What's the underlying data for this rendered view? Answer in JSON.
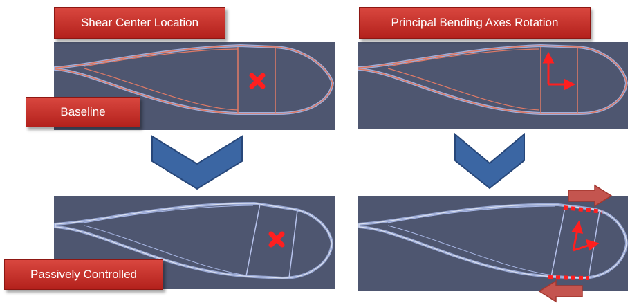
{
  "labels": {
    "shear_center": "Shear Center Location",
    "principal_axes": "Principal Bending Axes Rotation",
    "baseline": "Baseline",
    "passive": "Passively Controlled"
  },
  "colors": {
    "panel_bg": "#4e5670",
    "label_red": "#c0302a",
    "chevron_fill": "#3b66a3",
    "marker_red": "#ff1f1f",
    "outline_blue": "#a9b8e6"
  },
  "icons": {
    "shear_marker": "x-mark-icon",
    "axes": "axes-arrows-icon",
    "rotation": "rotation-arrow-icon"
  }
}
